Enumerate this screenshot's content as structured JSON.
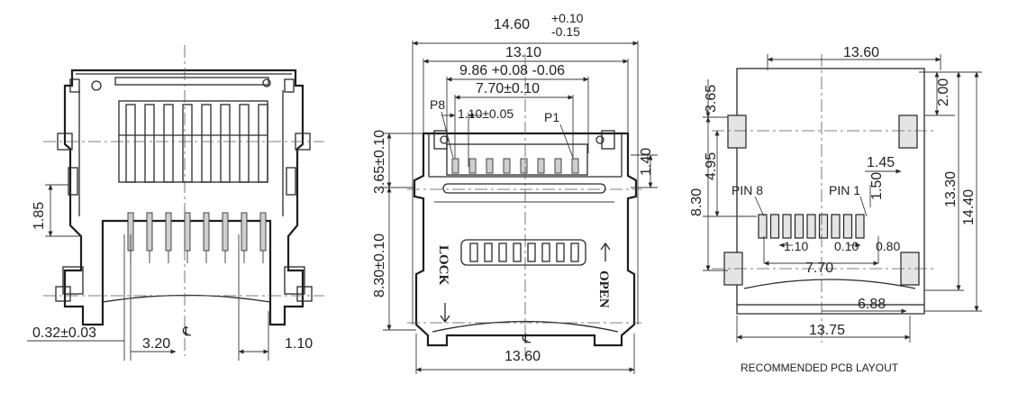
{
  "views": {
    "left": {
      "dims": {
        "d185": "1.85",
        "d032": "0.32±0.03",
        "d320": "3.20",
        "d110": "1.10",
        "center_mark": "℄"
      }
    },
    "middle": {
      "dims": {
        "overall_width_main": "14.60",
        "overall_width_plus": "+0.10",
        "overall_width_minus": "-0.15",
        "width_1310": "13.10",
        "width_986": "9.86 +0.08 -0.06",
        "width_770": "7.70±0.10",
        "pitch_110": "1.10±0.05",
        "side_140": "1.40",
        "vert_365": "3.65±0.10",
        "vert_830": "8.30±0.10",
        "bottom_1360": "13.60",
        "center_mark": "℄"
      },
      "labels": {
        "p8": "P8",
        "p1": "P1",
        "lock": "LOCK",
        "open": "OPEN"
      }
    },
    "right": {
      "dims": {
        "top_1360": "13.60",
        "d365": "3.65",
        "d495": "4.95",
        "d830": "8.30",
        "d200": "2.00",
        "d145": "1.45",
        "d150": "1.50",
        "d110": "1.10",
        "d010": "0.10",
        "d080": "0.80",
        "d770": "7.70",
        "d688": "6.88",
        "d1375": "13.75",
        "d1330": "13.30",
        "d1440": "14.40"
      },
      "labels": {
        "pin8": "PIN 8",
        "pin1": "PIN 1"
      },
      "caption": "RECOMMENDED PCB LAYOUT"
    }
  }
}
